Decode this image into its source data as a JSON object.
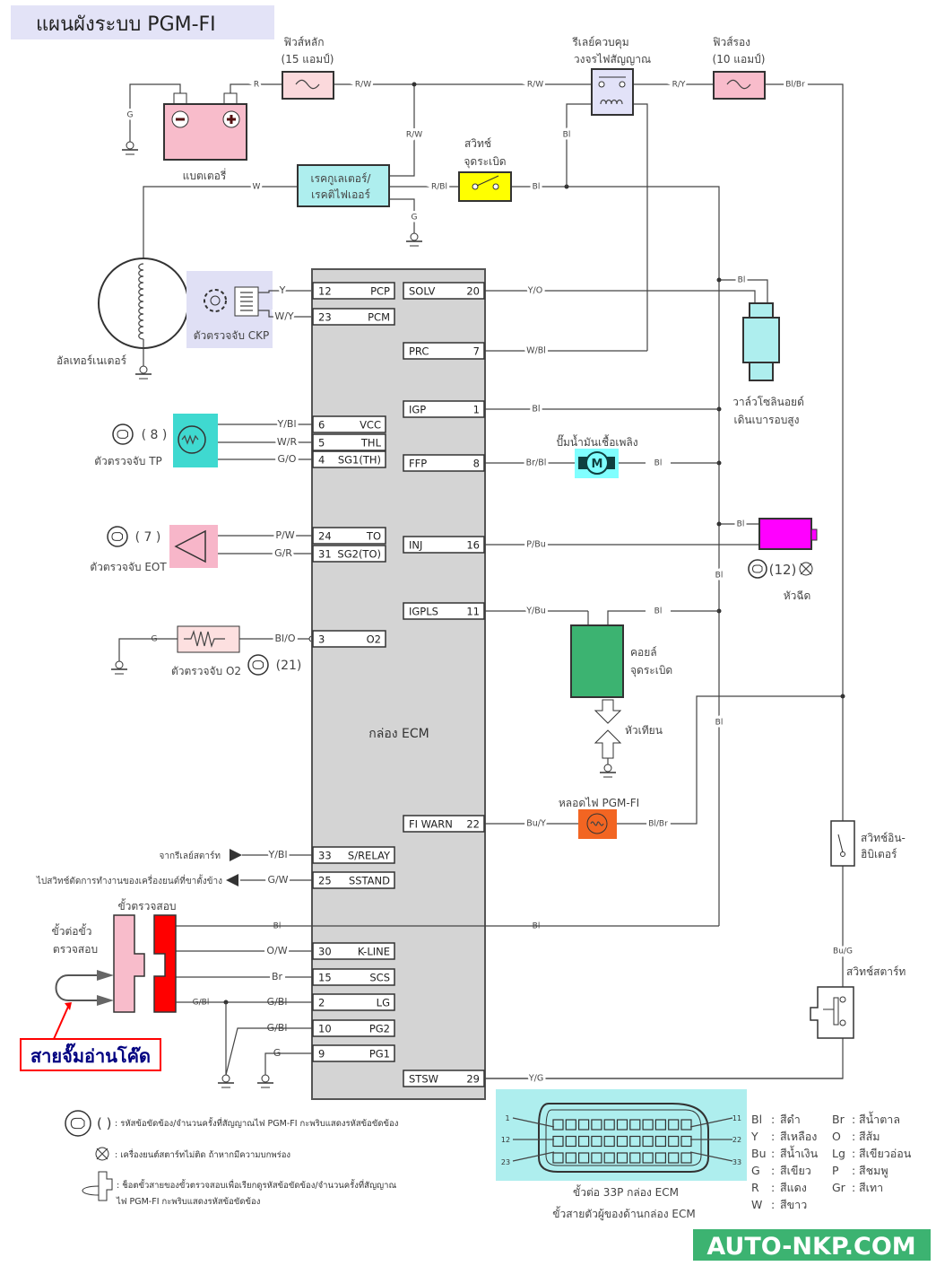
{
  "title": "แผนผังระบบ PGM-FI",
  "components": {
    "main_fuse": [
      "ฟิวส์หลัก",
      "(15 แอมป์)"
    ],
    "relay": [
      "รีเลย์ควบคุม",
      "วงจรไฟสัญญาณ"
    ],
    "sub_fuse": [
      "ฟิวส์รอง",
      "(10 แอมป์)"
    ],
    "battery": "แบตเตอรี่",
    "regulator": [
      "เรคกูเลเตอร์/",
      "เรคติไฟเออร์"
    ],
    "ignition_switch": [
      "สวิทช์",
      "จุดระเบิด"
    ],
    "alternator": "อัลเทอร์เนเตอร์",
    "ckp": "ตัวตรวจจับ CKP",
    "tp": "ตัวตรวจจับ TP",
    "tp_code": "( 8 )",
    "eot": "ตัวตรวจจับ EOT",
    "eot_code": "( 7 )",
    "o2": "ตัวตรวจจับ O2",
    "o2_code": "(21)",
    "solenoid": [
      "วาล์วโซลินอยด์",
      "เดินเบารอบสูง"
    ],
    "pump": "ปั๊มน้ำมันเชื้อเพลิง",
    "pump_symbol": "M",
    "injector": "หัวฉีด",
    "injector_code": "(12)",
    "coil": [
      "คอยล์",
      "จุดระเบิด"
    ],
    "spark_plug": "หัวเทียน",
    "fi_lamp": "หลอดไฟ PGM-FI",
    "inhibitor": [
      "สวิทช์อิน-",
      "ฮิบิเตอร์"
    ],
    "starter_switch": "สวิทช์สตาร์ท",
    "from_starter_relay": "จากรีเลย์สตาร์ท",
    "to_sidestand": "ไปสวิทช์ตัดการทำงานของเครื่องยนต์ที่ขาตั้งข้าง",
    "dlc": "ขั้วตรวจสอบ",
    "dlc_jumper": [
      "ขั้วต่อขั้ว",
      "ตรวจสอบ"
    ],
    "jumper_callout": "สายจั๊มอ่านโค๊ด"
  },
  "wire_labels": {
    "bat_pos": "R",
    "fuse_out": "R/W",
    "rw_down": "R/W",
    "relay_in": "R/W",
    "relay_out": "R/Y",
    "subfuse_out": "Bl/Br",
    "bat_gnd": "G",
    "alt": "W",
    "reg_out": "R/Bl",
    "reg_gnd": "G",
    "sw_out": "Bl",
    "relay_coil": "Bl",
    "solenoid_bl": "Bl",
    "pump_out": "Bl",
    "injector_bl": "Bl",
    "bus_bl_1": "Bl",
    "coil_bl": "Bl",
    "bus_bl_2": "Bl",
    "lamp_out": "Bl/Br",
    "inhibitor_out": "Bu/G",
    "o2_gnd": "G",
    "dlc_gbl": "G/Bl",
    "dlc_bl": "Bl"
  },
  "ecm": {
    "label": "กล่อง ECM",
    "left_pins": [
      {
        "num": "12",
        "name": "PCP",
        "wire": "Y"
      },
      {
        "num": "23",
        "name": "PCM",
        "wire": "W/Y"
      },
      {
        "num": "6",
        "name": "VCC",
        "wire": "Y/Bl"
      },
      {
        "num": "5",
        "name": "THL",
        "wire": "W/R"
      },
      {
        "num": "4",
        "name": "SG1(TH)",
        "wire": "G/O"
      },
      {
        "num": "24",
        "name": "TO",
        "wire": "P/W"
      },
      {
        "num": "31",
        "name": "SG2(TO)",
        "wire": "G/R"
      },
      {
        "num": "3",
        "name": "O2",
        "wire": "Bl/O"
      },
      {
        "num": "33",
        "name": "S/RELAY",
        "wire": "Y/Bl"
      },
      {
        "num": "25",
        "name": "SSTAND",
        "wire": "G/W"
      },
      {
        "num": "30",
        "name": "K-LINE",
        "wire": "O/W"
      },
      {
        "num": "15",
        "name": "SCS",
        "wire": "Br"
      },
      {
        "num": "2",
        "name": "LG",
        "wire": "G/Bl"
      },
      {
        "num": "10",
        "name": "PG2",
        "wire": "G/Bl"
      },
      {
        "num": "9",
        "name": "PG1",
        "wire": "G"
      }
    ],
    "right_pins": [
      {
        "num": "20",
        "name": "SOLV",
        "wire": "Y/O"
      },
      {
        "num": "7",
        "name": "PRC",
        "wire": "W/Bl"
      },
      {
        "num": "1",
        "name": "IGP",
        "wire": "Bl"
      },
      {
        "num": "8",
        "name": "FFP",
        "wire": "Br/Bl"
      },
      {
        "num": "16",
        "name": "INJ",
        "wire": "P/Bu"
      },
      {
        "num": "11",
        "name": "IGPLS",
        "wire": "Y/Bu"
      },
      {
        "num": "22",
        "name": "FI WARN",
        "wire": "Bu/Y"
      },
      {
        "num": "29",
        "name": "STSW",
        "wire": "Y/G"
      }
    ]
  },
  "legend": {
    "code_icon_text": "( )",
    "code_desc": ": รหัสข้อขัดข้อง/จำนวนครั้งที่สัญญาณไฟ PGM-FI กะพริบแสดงรหัสข้อขัดข้อง",
    "nostart_desc": ": เครื่องยนต์สตาร์ทไม่ติด ถ้าหากมีความบกพร่อง",
    "jumper_desc": [
      ": ช็อตขั้วสายของขั้วตรวจสอบเพื่อเรียกดูรหัสข้อขัดข้อง/จำนวนครั้งที่สัญญาณ",
      "ไฟ PGM-FI กะพริบแสดงรหัสข้อขัดข้อง"
    ]
  },
  "connector": {
    "pin_labels": {
      "p1": "1",
      "p11": "11",
      "p12": "12",
      "p22": "22",
      "p23": "23",
      "p33": "33"
    },
    "caption": [
      "ขั้วต่อ 33P กล่อง ECM",
      "ขั้วสายตัวผู้ของด้านกล่อง ECM"
    ]
  },
  "color_codes": [
    {
      "code": "Bl",
      "name": "สีดำ"
    },
    {
      "code": "Y",
      "name": "สีเหลือง"
    },
    {
      "code": "Bu",
      "name": "สีน้ำเงิน"
    },
    {
      "code": "G",
      "name": "สีเขียว"
    },
    {
      "code": "R",
      "name": "สีแดง"
    },
    {
      "code": "W",
      "name": "สีขาว"
    },
    {
      "code": "Br",
      "name": "สีน้ำตาล"
    },
    {
      "code": "O",
      "name": "สีส้ม"
    },
    {
      "code": "Lg",
      "name": "สีเขียวอ่อน"
    },
    {
      "code": "P",
      "name": "สีชมพู"
    },
    {
      "code": "Gr",
      "name": "สีเทา"
    }
  ],
  "watermark": "AUTO-NKP.COM",
  "colors": {
    "battery": "#f8bccb",
    "fuse": "#fbd9dc",
    "relay": "#e2e2f8",
    "regulator": "#aeeeee",
    "switch": "#ffff00",
    "ecm": "#d4d4d4",
    "tp": "#3fd9d0",
    "eot": "#f7b6c9",
    "pump": "#80ffff",
    "injector": "#ff00ff",
    "coil": "#3cb371",
    "lamp": "#f26522",
    "connector_bg": "#aeeeee",
    "watermark_bg": "#3cb371",
    "callout": "#ff0000"
  }
}
